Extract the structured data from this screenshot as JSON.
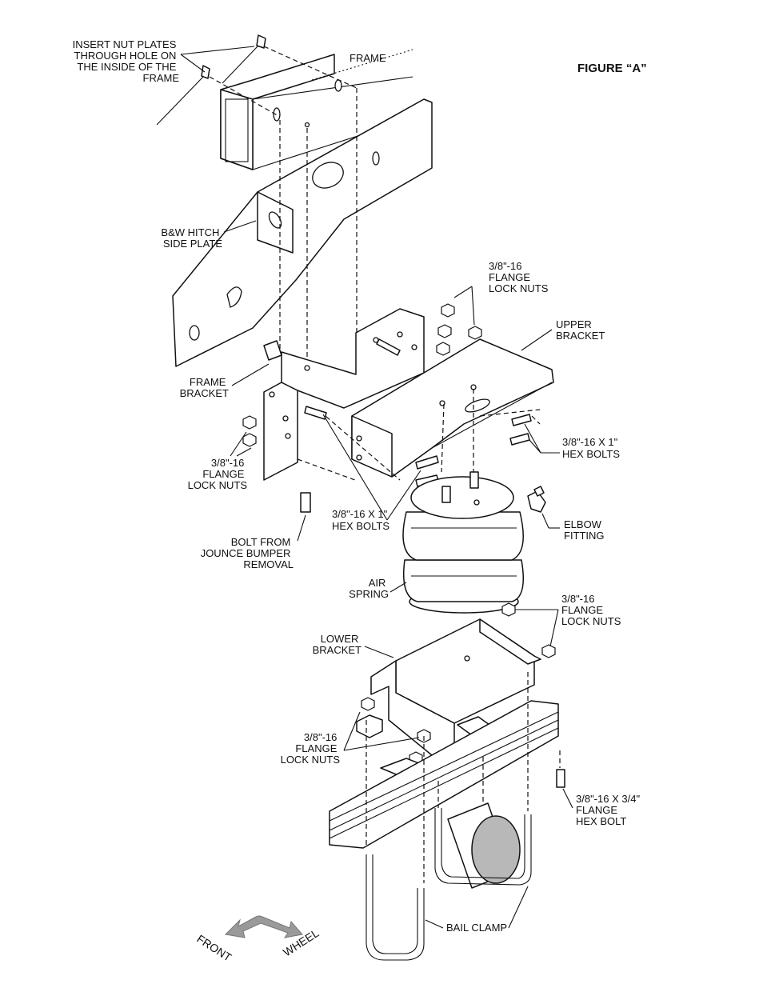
{
  "figure_title": "FIGURE “A”",
  "labels": {
    "insert_nut_plates": [
      "INSERT NUT PLATES",
      "THROUGH HOLE ON",
      "THE INSIDE OF THE",
      "FRAME"
    ],
    "frame": [
      "FRAME"
    ],
    "hitch_side_plate": [
      "B&W HITCH",
      "SIDE PLATE"
    ],
    "upper_flange_nuts": [
      "3/8\"-16",
      "FLANGE",
      "LOCK NUTS"
    ],
    "upper_bracket": [
      "UPPER",
      "BRACKET"
    ],
    "frame_bracket": [
      "FRAME",
      "BRACKET"
    ],
    "right_hex_bolts": [
      "3/8\"-16 X 1\"",
      "HEX BOLTS"
    ],
    "left_flange_nuts": [
      "3/8\"-16",
      "FLANGE",
      "LOCK NUTS"
    ],
    "center_hex_bolts": [
      "3/8\"-16 X 1\"",
      "HEX BOLTS"
    ],
    "elbow_fitting": [
      "ELBOW",
      "FITTING"
    ],
    "jounce_bolt": [
      "BOLT FROM",
      "JOUNCE BUMPER",
      "REMOVAL"
    ],
    "air_spring": [
      "AIR",
      "SPRING"
    ],
    "lower_right_nuts": [
      "3/8\"-16",
      "FLANGE",
      "LOCK NUTS"
    ],
    "lower_bracket": [
      "LOWER",
      "BRACKET"
    ],
    "lower_left_nuts": [
      "3/8\"-16",
      "FLANGE",
      "LOCK NUTS"
    ],
    "flange_hex_bolt": [
      "3/8\"-16 X 3/4\"",
      "FLANGE",
      "HEX BOLT"
    ],
    "bail_clamp": [
      "BAIL CLAMP"
    ]
  },
  "directions": {
    "front": "FRONT",
    "wheel": "WHEEL"
  },
  "colors": {
    "ink": "#111111",
    "arrow_gray": "#9a9a9a",
    "axle_gray": "#b8b8b8"
  }
}
